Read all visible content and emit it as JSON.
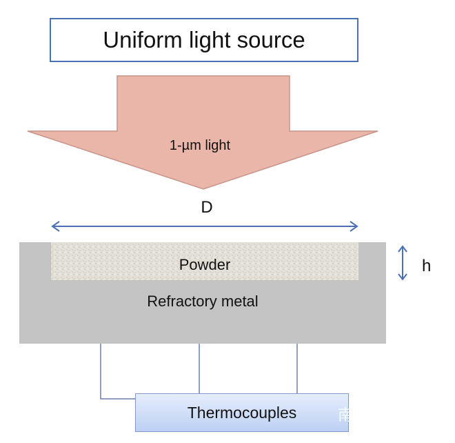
{
  "source": {
    "label": "Uniform light source"
  },
  "beam": {
    "label": "1-µm light",
    "color": "#eab6aa"
  },
  "dimension_width": {
    "label": "D"
  },
  "dimension_height": {
    "label": "h"
  },
  "sample": {
    "powder_label": "Powder",
    "substrate_label": "Refractory metal",
    "powder_color": "#e4e1d9",
    "substrate_color": "#c3c3c3"
  },
  "sensors": {
    "label": "Thermocouples",
    "count": 3
  },
  "watermark": {
    "text": "南"
  },
  "colors": {
    "dimension_arrow": "#4a6fb4",
    "outline": "#4a6fb4"
  }
}
